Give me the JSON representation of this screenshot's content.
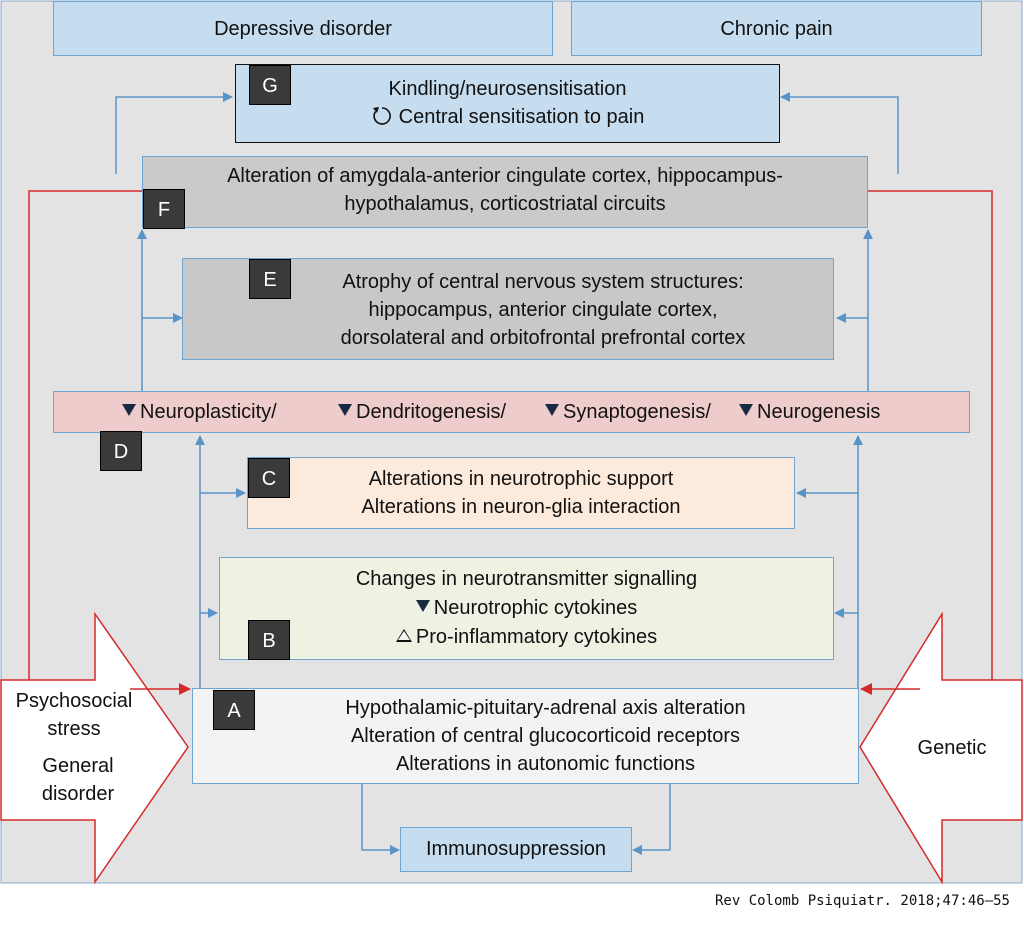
{
  "top_labels": {
    "depressive": "Depressive disorder",
    "pain": "Chronic pain"
  },
  "boxes": {
    "G": {
      "tag": "G",
      "line1": "Kindling/neurosensitisation",
      "line2": "Central sensitisation to pain",
      "icon": "cycle-icon"
    },
    "F": {
      "tag": "F",
      "line1": "Alteration of amygdala-anterior cingulate cortex, hippocampus-",
      "line2": "hypothalamus, corticostriatal circuits"
    },
    "E": {
      "tag": "E",
      "line1": "Atrophy of central nervous system structures:",
      "line2": "hippocampus, anterior cingulate cortex,",
      "line3": "dorsolateral and orbitofrontal prefrontal cortex"
    },
    "D": {
      "tag": "D",
      "item1": "Neuroplasticity/",
      "item2": "Dendritogenesis/",
      "item3": "Synaptogenesis/",
      "item4": "Neurogenesis"
    },
    "C": {
      "tag": "C",
      "line1": "Alterations in neurotrophic support",
      "line2": "Alterations in neuron-glia interaction"
    },
    "B": {
      "tag": "B",
      "line1": "Changes in neurotransmitter signalling",
      "line2": "Neurotrophic cytokines",
      "line3": "Pro-inflammatory cytokines"
    },
    "A": {
      "tag": "A",
      "line1": "Hypothalamic-pituitary-adrenal axis alteration",
      "line2": "Alteration of central glucocorticoid receptors",
      "line3": "Alterations in autonomic functions"
    }
  },
  "immuno": "Immunosuppression",
  "left_arrow": {
    "line1": "Psychosocial",
    "line2": "stress",
    "line3": "General",
    "line4": "disorder"
  },
  "right_arrow": {
    "line1": "Genetic"
  },
  "citation": "Rev Colomb Psiquiatr. 2018;47:46–55",
  "colors": {
    "panel": "#e3e3e3",
    "blue_line": "#5a93c8",
    "red_line": "#d42a2a",
    "G": "#c6ddf0",
    "F": "#cacaca",
    "E": "#c8c8c8",
    "D": "#efcccc",
    "C": "#fcebdd",
    "B": "#eef2e2",
    "A": "#f3f3f3",
    "immuno": "#c6ddf0"
  }
}
